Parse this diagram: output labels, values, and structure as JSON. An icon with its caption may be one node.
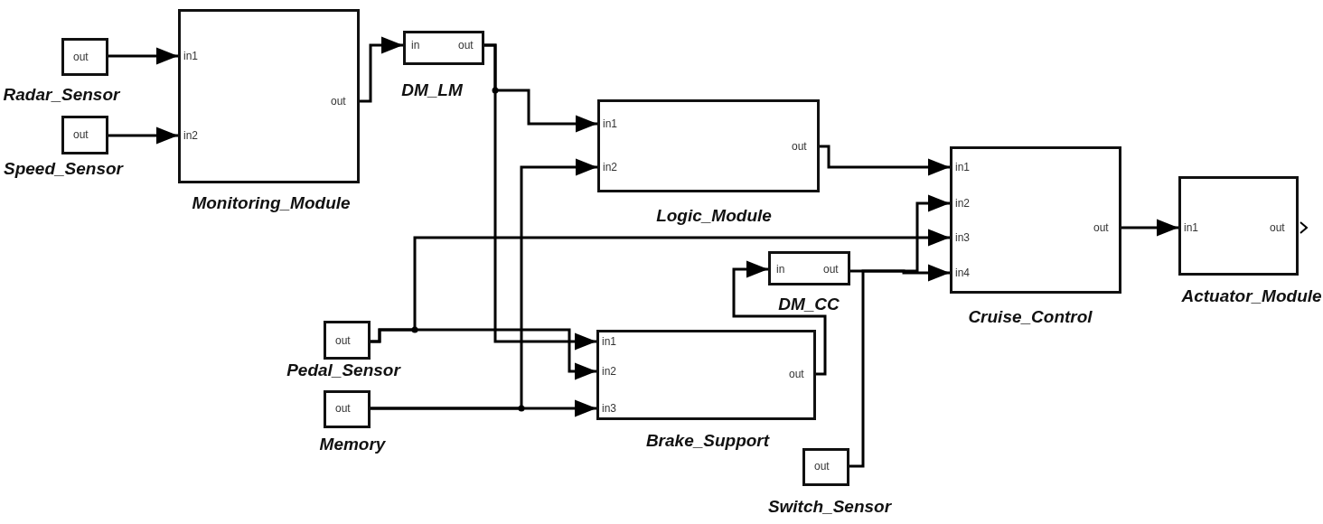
{
  "diagram": {
    "nodes": [
      {
        "text": [
          "out",
          "Radar_Sensor"
        ]
      },
      {
        "text": [
          "out",
          "Speed_Sensor"
        ]
      },
      {
        "text": [
          "in1",
          "in2",
          "out",
          "Monitoring_Module"
        ]
      },
      {
        "text": [
          "in",
          "out",
          "DM_LM"
        ]
      },
      {
        "text": [
          "in1",
          "in2",
          "out",
          "Logic_Module"
        ]
      },
      {
        "text": [
          "in1",
          "in2",
          "in3",
          "in4",
          "out",
          "Cruise_Control"
        ]
      },
      {
        "text": [
          "in1",
          "out",
          "Actuator_Module"
        ]
      },
      {
        "text": [
          "in",
          "out",
          "DM_CC"
        ]
      },
      {
        "text": [
          "out",
          "Pedal_Sensor"
        ]
      },
      {
        "text": [
          "in1",
          "in2",
          "in3",
          "out",
          "Brake_Support"
        ]
      },
      {
        "text": [
          "out",
          "Memory"
        ]
      },
      {
        "text": [
          "out",
          "Switch_Sensor"
        ]
      }
    ],
    "edges": [
      {
        "from": 0,
        "to": 2,
        "arrow": "to"
      },
      {
        "from": 1,
        "to": 2,
        "arrow": "to"
      },
      {
        "from": 2,
        "to": 3,
        "arrow": "to"
      },
      {
        "from": 3,
        "to": 4,
        "arrow": "to"
      },
      {
        "from": 3,
        "to": 9,
        "arrow": "to"
      },
      {
        "from": 8,
        "to": 9,
        "arrow": "to"
      },
      {
        "from": 8,
        "to": 5,
        "arrow": "to"
      },
      {
        "from": 10,
        "to": 9,
        "arrow": "to"
      },
      {
        "from": 10,
        "to": 4,
        "arrow": "to"
      },
      {
        "from": 9,
        "to": 7,
        "arrow": "to"
      },
      {
        "from": 7,
        "to": 5,
        "arrow": "to"
      },
      {
        "from": 11,
        "to": 5,
        "arrow": "to"
      },
      {
        "from": 5,
        "to": 6,
        "arrow": "to"
      },
      {
        "from": 4,
        "to": 5,
        "arrow": "to"
      }
    ]
  }
}
